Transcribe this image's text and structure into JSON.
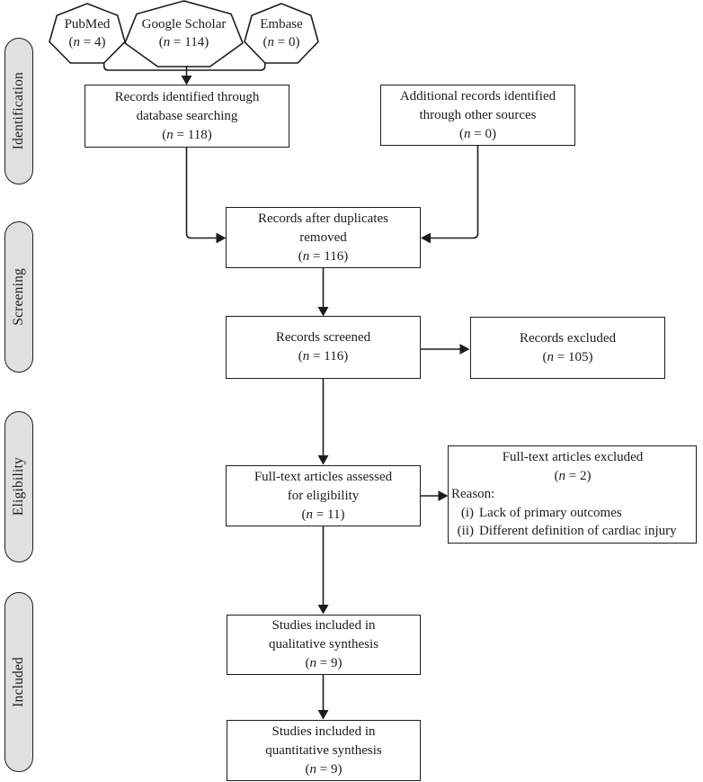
{
  "diagram_type": "PRISMA flow diagram",
  "colors": {
    "line": "#1c1c1c",
    "stage_pill_fill": "#e0e0e0",
    "box_fill": "#ffffff",
    "background": "#ffffff"
  },
  "sources": [
    {
      "name": "PubMed",
      "count": "(n = 4)"
    },
    {
      "name": "Google Scholar",
      "count": "(n = 114)"
    },
    {
      "name": "Embase",
      "count": "(n = 0)"
    }
  ],
  "stages": {
    "identification": "Identification",
    "screening": "Screening",
    "eligibility": "Eligibility",
    "included": "Included"
  },
  "boxes": {
    "identified": {
      "line1": "Records identified through",
      "line2": "database searching",
      "count": "(n = 118)"
    },
    "additional": {
      "line1": "Additional records identified",
      "line2": "through other sources",
      "count": "(n = 0)"
    },
    "duplicates": {
      "line1": "Records after duplicates",
      "line2": "removed",
      "count": "(n = 116)"
    },
    "screened": {
      "line1": "Records screened",
      "count": "(n = 116)"
    },
    "excluded": {
      "line1": "Records excluded",
      "count": "(n = 105)"
    },
    "fulltext_assessed": {
      "line1": "Full-text articles assessed",
      "line2": "for eligibility",
      "count": "(n = 11)"
    },
    "fulltext_excluded": {
      "title": "Full-text articles excluded",
      "count": "(n = 2)",
      "reason_label": "Reason:",
      "reasons": [
        {
          "marker": "(i)",
          "text": "Lack of primary outcomes"
        },
        {
          "marker": "(ii)",
          "text": "Different definition of cardiac injury"
        }
      ]
    },
    "qualitative": {
      "line1": "Studies included in",
      "line2": "qualitative synthesis",
      "count": "(n = 9)"
    },
    "quantitative": {
      "line1": "Studies included in",
      "line2": "quantitative synthesis",
      "count": "(n = 9)"
    }
  }
}
